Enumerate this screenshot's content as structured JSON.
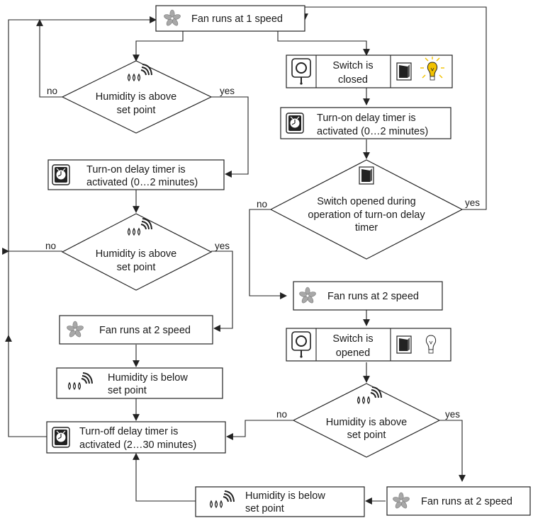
{
  "nodes": {
    "fan1_top": "Fan runs at 1 speed",
    "hum_above_1": [
      "Humidity is above",
      "set point"
    ],
    "timer_on_left": [
      "Turn-on delay timer is",
      "activated (0…2 minutes)"
    ],
    "hum_above_2": [
      "Humidity is above",
      "set point"
    ],
    "fan2_left": "Fan runs at 2 speed",
    "hum_below_left": [
      "Humidity is below",
      "set point"
    ],
    "timer_off": [
      "Turn-off delay timer is",
      "activated (2…30 minutes)"
    ],
    "switch_closed": [
      "Switch is",
      "closed"
    ],
    "timer_on_right": [
      "Turn-on delay timer is",
      "activated (0…2 minutes)"
    ],
    "switch_opened_during": [
      "Switch opened during",
      "operation of turn-on delay",
      "timer"
    ],
    "fan2_mid": "Fan runs at 2 speed",
    "switch_opened": [
      "Switch is",
      "opened"
    ],
    "hum_above_3": [
      "Humidity is above",
      "set point"
    ],
    "fan2_bottom": "Fan runs at 2 speed",
    "hum_below_bottom": [
      "Humidity is below",
      "set point"
    ]
  },
  "labels": {
    "no": "no",
    "yes": "yes"
  },
  "icons": {
    "fan": "fan-icon",
    "humidity": "humidity-drops-icon",
    "timer": "timer-clock-icon",
    "switch_panel": "wall-switch-panel-icon",
    "switch": "rocker-switch-icon",
    "bulb_on": "light-bulb-on-icon",
    "bulb_off": "light-bulb-off-icon"
  },
  "colors": {
    "bulb_glow": "#f2c200",
    "fan_gray": "#9a9a9a",
    "line": "#222222"
  }
}
